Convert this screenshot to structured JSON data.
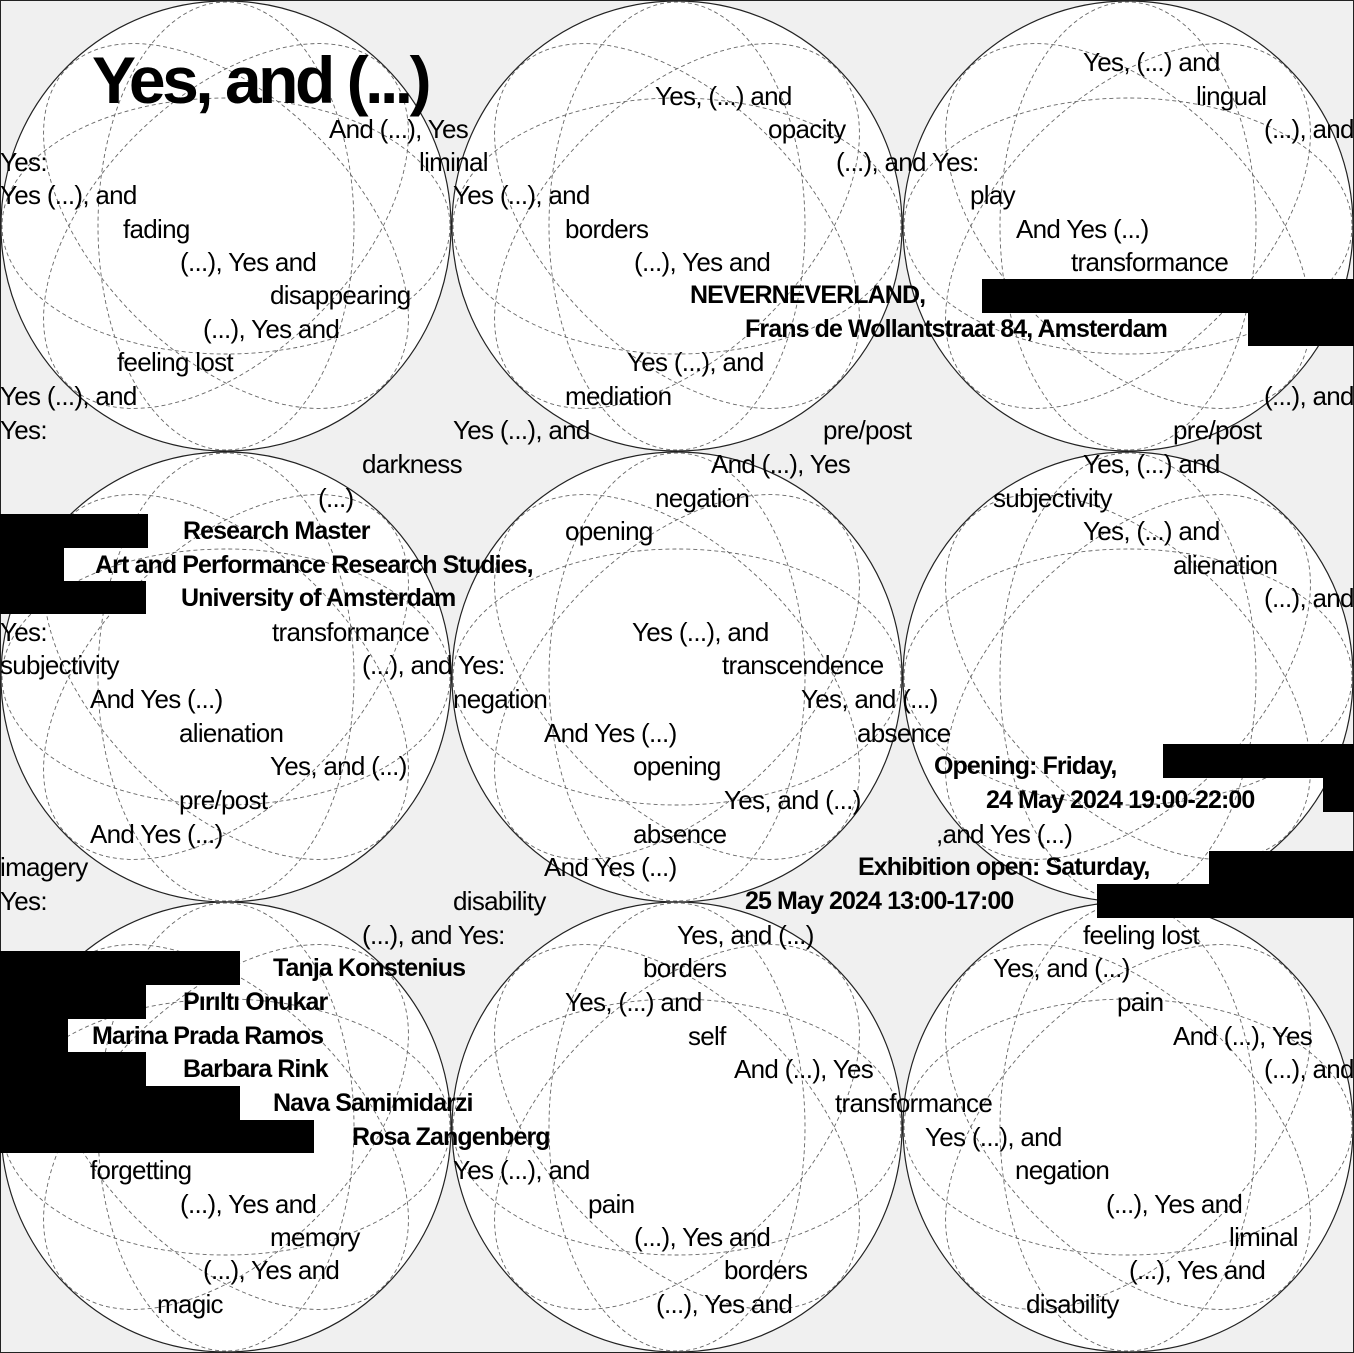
{
  "title": "Yes, and (...)",
  "venue": {
    "name": "NEVERNEVERLAND,",
    "address": "Frans de Wollantstraat 84, Amsterdam"
  },
  "program": [
    "Research Master",
    "Art and Performance Research Studies,",
    "University of Amsterdam"
  ],
  "dates": {
    "opening_label": "Opening: Friday,",
    "opening_time": "24 May 2024 19:00-22:00",
    "exhibition_label": "Exhibition open: Saturday,",
    "exhibition_time": "25 May 2024 13:00-17:00"
  },
  "participants": [
    "Tanja Konstenius",
    "Pırıltı Onukar",
    "Marina Prada Ramos",
    "Barbara Rink",
    "Nava Samimidarzi",
    "Rosa Zangenberg"
  ],
  "words": [
    "Yes, (...) and",
    "Yes, (...) and",
    "lingual",
    "And (...), Yes",
    "opacity",
    "(...), and",
    "Yes:",
    "liminal",
    "(...), and Yes:",
    "Yes (...), and",
    "Yes (...), and",
    "play",
    "fading",
    "borders",
    "And Yes (...)",
    "(...), Yes and",
    "(...), Yes and",
    "transformance",
    "disappearing",
    "(...), Yes and",
    "feeling lost",
    "Yes (...), and",
    "Yes (...), and",
    "mediation",
    "(...), and",
    "Yes:",
    "Yes (...), and",
    "pre/post",
    "pre/post",
    "darkness",
    "And (...), Yes",
    "Yes, (...) and",
    "(...)",
    "negation",
    "subjectivity",
    "opening",
    "Yes, (...) and",
    "alienation",
    "(...), and",
    "Yes:",
    "transformance",
    "Yes (...), and",
    "subjectivity",
    "(...), and Yes:",
    "transcendence",
    "And Yes (...)",
    "negation",
    "Yes, and (...)",
    "alienation",
    "And Yes (...)",
    "absence",
    "Yes, and (...)",
    "opening",
    "pre/post",
    "Yes, and (...)",
    "And Yes (...)",
    "absence",
    ",and Yes (...)",
    "imagery",
    "And Yes (...)",
    "Yes:",
    "disability",
    "(...), and Yes:",
    "Yes, and (...)",
    "feeling lost",
    "borders",
    "Yes, and (...)",
    "Yes, (...) and",
    "pain",
    "self",
    "And (...), Yes",
    "And (...), Yes",
    "(...), and",
    "transformance",
    "Yes (...), and",
    "forgetting",
    "Yes (...), and",
    "negation",
    "(...), Yes and",
    "pain",
    "(...), Yes and",
    "memory",
    "(...), Yes and",
    "liminal",
    "(...), Yes and",
    "borders",
    "(...), Yes and",
    "magic",
    "(...), Yes and",
    "disability"
  ]
}
